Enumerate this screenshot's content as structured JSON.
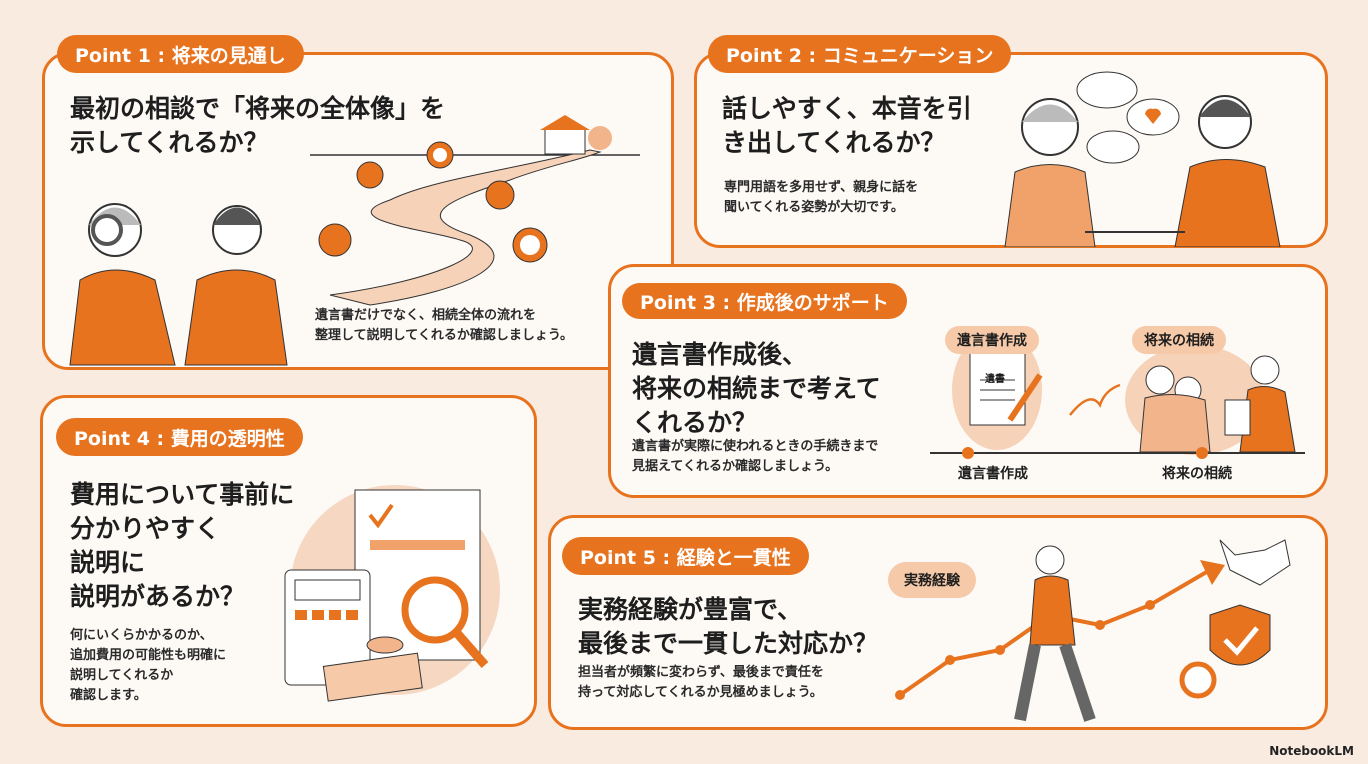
{
  "colors": {
    "accent": "#e8731f",
    "background": "#f9ebe0",
    "card": "#fdfaf6"
  },
  "points": [
    {
      "tag": "Point 1 : 将来の見通し",
      "heading": "最初の相談で「将来の全体像」を\n示してくれるか？",
      "body": "遺言書だけでなく、相続全体の流れを\n整理して説明してくれるか確認しましょう。"
    },
    {
      "tag": "Point 2 : コミュニケーション",
      "heading": "話しやすく、本音を引\nき出してくれるか？",
      "body": "専門用語を多用せず、親身に話を\n聞いてくれる姿勢が大切です。"
    },
    {
      "tag": "Point 3 : 作成後のサポート",
      "heading": "遺言書作成後、\n将来の相続まで考えて\nくれるか？",
      "body": "遺言書が実際に使われるときの手続きまで\n見据えてくれるか確認しましょう。",
      "timeline": {
        "pill_1": "遺言書作成",
        "pill_2": "将来の相続",
        "doc_label": "遺書",
        "step_1": "遺言書作成",
        "step_2": "将来の相続"
      }
    },
    {
      "tag": "Point 4 : 費用の透明性",
      "heading": "費用について事前に\n分かりやすく\n説明に\n説明があるか？",
      "body": "何にいくらかかるのか、\n追加費用の可能性も明確に\n説明してくれるか\n確認します。"
    },
    {
      "tag": "Point 5 : 経験と一貫性",
      "heading": "実務経験が豊富で、\n最後まで一貫した対応か？",
      "body": "担当者が頻繁に変わらず、最後まで責任を\n持って対応してくれるか見極めましょう。",
      "bubble": "実務経験"
    }
  ],
  "brand": "NotebookLM"
}
